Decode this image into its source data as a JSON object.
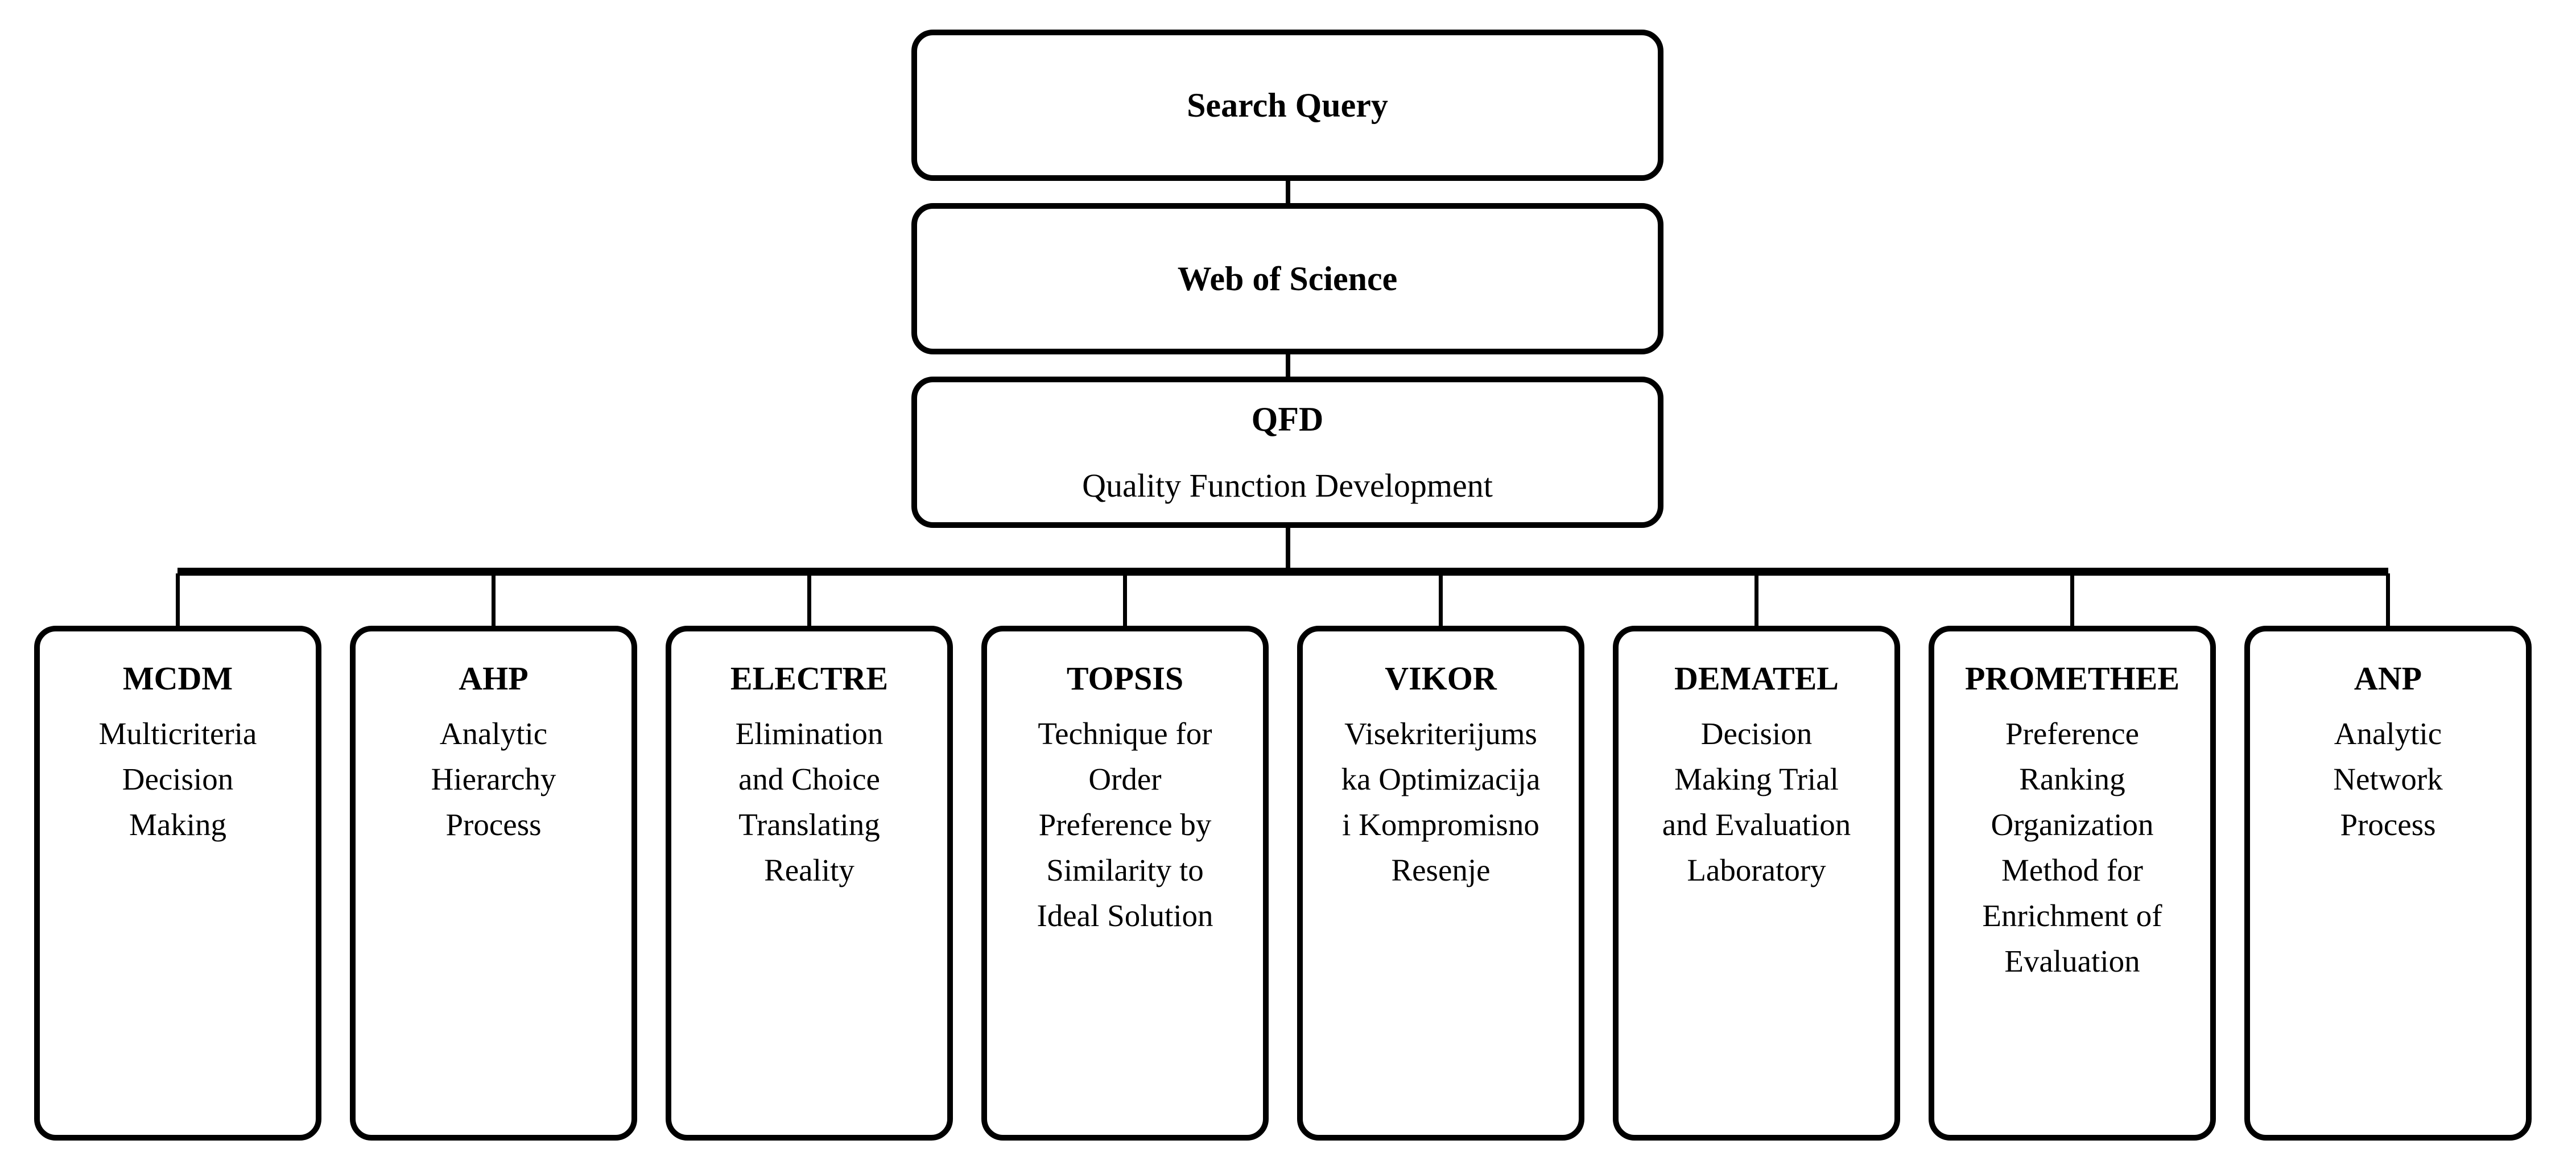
{
  "diagram_title": "QFD multicriteria decision-making methods search flow",
  "colors": {
    "background": "#ffffff",
    "border": "#000000",
    "text": "#000000",
    "connector": "#000000"
  },
  "flow": {
    "search_query": "Search Query",
    "web_of_science": "Web of Science",
    "qfd": {
      "abbr": "QFD",
      "full": "Quality Function Development"
    }
  },
  "methods": [
    {
      "abbr": "MCDM",
      "full": "Multicriteria Decision Making"
    },
    {
      "abbr": "AHP",
      "full": "Analytic Hierarchy Process"
    },
    {
      "abbr": "ELECTRE",
      "full": "Elimination and Choice Translating Reality"
    },
    {
      "abbr": "TOPSIS",
      "full": "Technique for Order Preference by Similarity to Ideal Solution"
    },
    {
      "abbr": "VIKOR",
      "full": "Visekriterijumska Optimizacija i Kompromisno Resenje"
    },
    {
      "abbr": "DEMATEL",
      "full": "Decision Making Trial and Evaluation Laboratory"
    },
    {
      "abbr": "PROMETHEE",
      "full": "Preference Ranking Organization Method for Enrichment of Evaluation"
    },
    {
      "abbr": "ANP",
      "full": "Analytic Network Process"
    }
  ]
}
